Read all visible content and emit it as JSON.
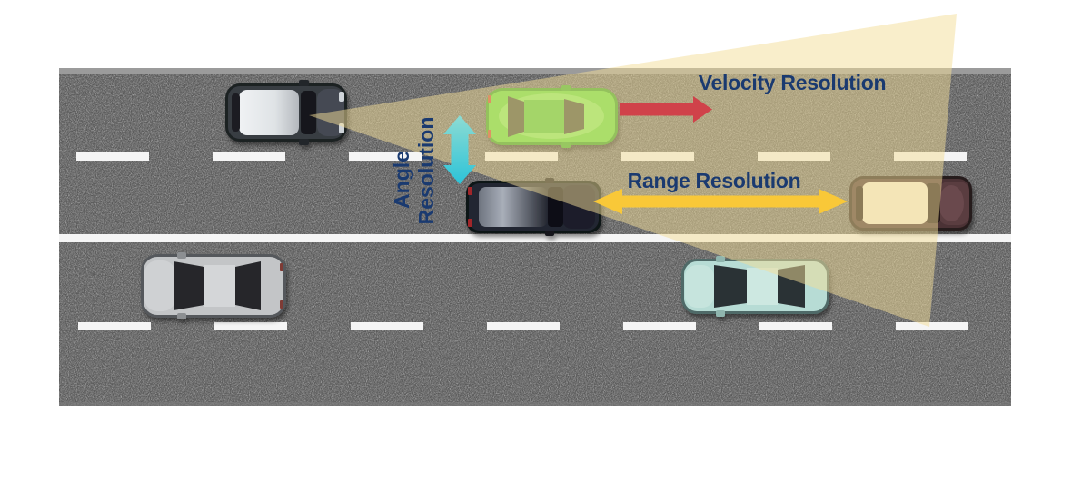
{
  "diagram": {
    "labels": {
      "velocity": "Velocity Resolution",
      "range": "Range Resolution",
      "angle_line1": "Angle",
      "angle_line2": "Resolution"
    },
    "colors": {
      "label_navy": "#1a3a70",
      "beam_fill": "#f4de97",
      "velocity_arrow": "#d0424a",
      "range_arrow": "#f9c838",
      "angle_arrow_top": "#8edcd3",
      "angle_arrow_bottom": "#2cc3d8",
      "asphalt": "#5a5a5a",
      "road_edge_strip": "#9b9b9b",
      "lane_marking": "#f5f5f5"
    },
    "cars": [
      {
        "name": "radar-host-suv",
        "body": "#383c43"
      },
      {
        "name": "green-sedan",
        "body": "#62de3c"
      },
      {
        "name": "dark-blue-suv",
        "body": "#232733"
      },
      {
        "name": "maroon-suv-cream-roof",
        "body": "#4b3134"
      },
      {
        "name": "silver-sedan",
        "body": "#c3c5c7"
      },
      {
        "name": "teal-sedan",
        "body": "#b7dcd5"
      }
    ]
  }
}
